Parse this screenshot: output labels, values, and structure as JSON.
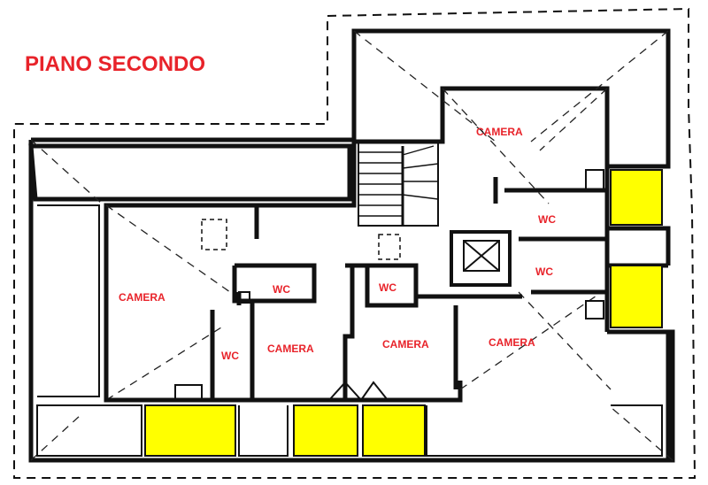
{
  "title": "PIANO SECONDO",
  "colors": {
    "label": "#e8232a",
    "balcony": "#ffff00",
    "wall": "#111111"
  },
  "rooms": {
    "camera_top_right": "CAMERA",
    "wc_right_upper": "WC",
    "wc_right_lower": "WC",
    "camera_left": "CAMERA",
    "wc_center_left": "WC",
    "wc_center": "WC",
    "wc_bottom_left": "WC",
    "camera_center_left": "CAMERA",
    "camera_center": "CAMERA",
    "camera_right": "CAMERA"
  }
}
